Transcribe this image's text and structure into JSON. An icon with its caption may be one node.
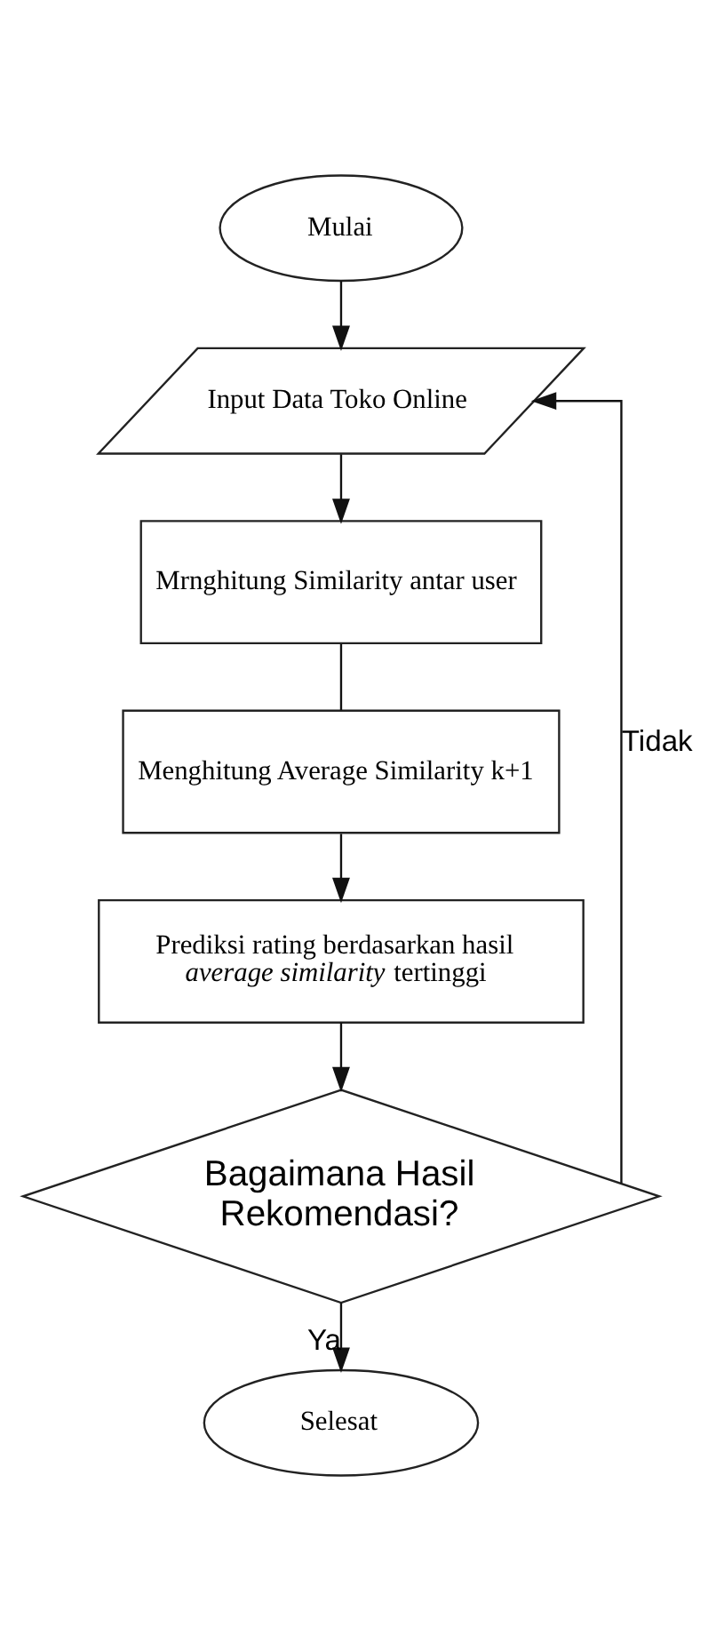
{
  "diagram": {
    "nodes": [
      {
        "text": [
          "Mulai"
        ]
      },
      {
        "text": [
          "Input Data Toko Online"
        ]
      },
      {
        "text": [
          "Mrnghitung Similarity antar user"
        ]
      },
      {
        "text": [
          "Menghitung Average Similarity k+1"
        ]
      },
      {
        "text": [
          "Prediksi rating berdasarkan hasil *average similarity* tertinggi"
        ]
      },
      {
        "text": [
          "Bagaimana Hasil Rekomendasi?"
        ]
      },
      {
        "text": [
          "Selesat"
        ]
      }
    ],
    "edges": [
      {
        "from": 0,
        "to": 1,
        "arrow": "to"
      },
      {
        "from": 1,
        "to": 2,
        "arrow": "to"
      },
      {
        "from": 2,
        "to": 3,
        "arrow": "none"
      },
      {
        "from": 3,
        "to": 4,
        "arrow": "to"
      },
      {
        "from": 4,
        "to": 5,
        "arrow": "to"
      },
      {
        "from": 5,
        "to": 6,
        "arrow": "to",
        "label": "Ya"
      },
      {
        "from": 5,
        "to": 1,
        "arrow": "to",
        "label": "Tidak"
      }
    ]
  }
}
